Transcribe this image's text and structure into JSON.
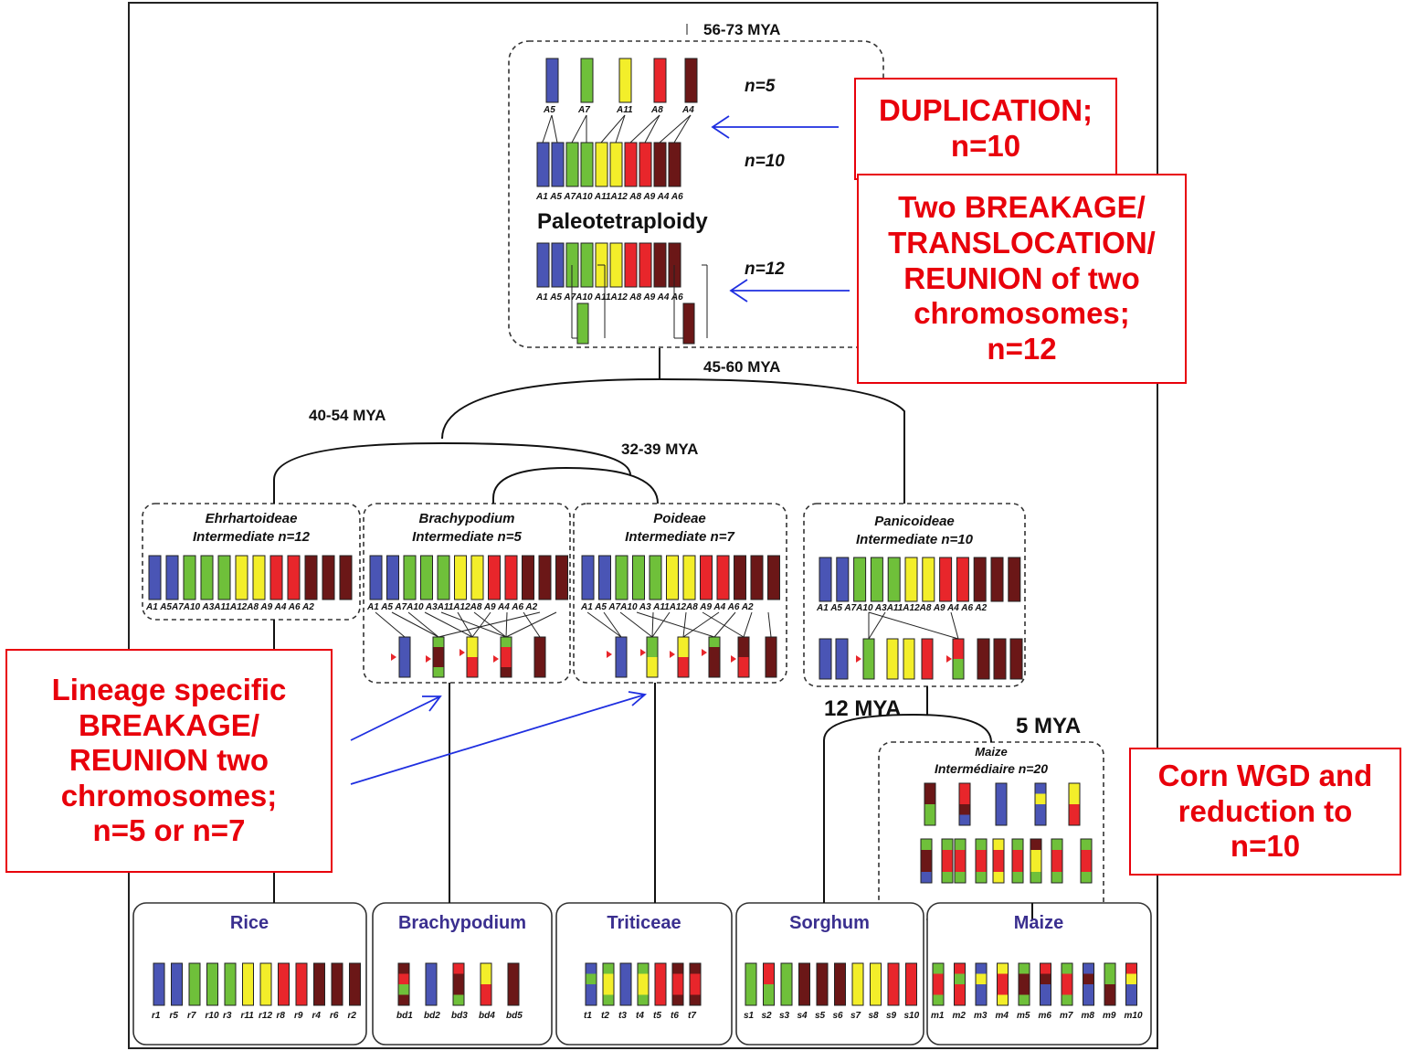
{
  "colors": {
    "A1": "#4a55b5",
    "A5": "#4a55b5",
    "A3": "#6fc03a",
    "A7": "#6fc03a",
    "A10": "#6fc03a",
    "A11": "#f3ee2a",
    "A12": "#f3ee2a",
    "A8": "#e8262b",
    "A9": "#e8262b",
    "A2": "#6b1717",
    "A4": "#6b1717",
    "A6": "#6b1717",
    "callout": "#e8000b",
    "arrow": "#1f2fe0",
    "title": "#3a2f8f"
  },
  "times": {
    "t1": "56-73 MYA",
    "t2": "45-60 MYA",
    "t3": "40-54 MYA",
    "t4": "32-39 MYA",
    "t5": "12 MYA",
    "t6": "5 MYA"
  },
  "paleo": {
    "row1": {
      "n": "n=5",
      "labels": [
        "A5",
        "A7",
        "A11",
        "A8",
        "A4"
      ]
    },
    "row2": {
      "n": "n=10",
      "labels": "A1 A5 A7A10 A11A12 A8 A9 A4 A6"
    },
    "title": "Paleotetraploidy",
    "row3": {
      "n": "n=12",
      "labels": "A1 A5 A7A10 A11A12 A8 A9 A4 A6"
    }
  },
  "intermediates": [
    {
      "name": "Ehrhartoideae",
      "sub": "Intermediate n=12",
      "labels": "A1 A5A7A10 A3A11A12A8 A9 A4 A6 A2"
    },
    {
      "name": "Brachypodium",
      "sub": "Intermediate n=5",
      "labels": "A1 A5 A7A10 A3A11A12A8 A9 A4 A6 A2"
    },
    {
      "name": "Poideae",
      "sub": "Intermediate n=7",
      "labels": "A1 A5 A7A10 A3 A11A12A8 A9 A4 A6 A2"
    },
    {
      "name": "Panicoideae",
      "sub": "Intermediate n=10",
      "labels": "A1 A5 A7A10 A3A11A12A8 A9 A4 A6 A2"
    }
  ],
  "maize_intermediate": {
    "name": "Maize",
    "sub": "Intermédiaire n=20"
  },
  "species": [
    {
      "name": "Rice",
      "labels": [
        "r1",
        "r5",
        "r7",
        "r10",
        "r3",
        "r11",
        "r12",
        "r8",
        "r9",
        "r4",
        "r6",
        "r2"
      ]
    },
    {
      "name": "Brachypodium",
      "labels": [
        "bd1",
        "bd2",
        "bd3",
        "bd4",
        "bd5"
      ]
    },
    {
      "name": "Triticeae",
      "labels": [
        "t1",
        "t2",
        "t3",
        "t4",
        "t5",
        "t6",
        "t7"
      ]
    },
    {
      "name": "Sorghum",
      "labels": [
        "s1",
        "s2",
        "s3",
        "s4",
        "s5",
        "s6",
        "s7",
        "s8",
        "s9",
        "s10"
      ]
    },
    {
      "name": "Maize",
      "labels": [
        "m1",
        "m2",
        "m3",
        "m4",
        "m5",
        "m6",
        "m7",
        "m8",
        "m9",
        "m10"
      ]
    }
  ],
  "callouts": {
    "duplication": "DUPLICATION;\nn=10",
    "breakage": "Two BREAKAGE/\nTRANSLOCATION/\nREUNION of two\nchromosomes;\nn=12",
    "lineage": "Lineage specific\nBREAKAGE/\nREUNION two\nchromosomes;\nn=5 or n=7",
    "corn": "Corn WGD and\nreduction to\nn=10"
  }
}
